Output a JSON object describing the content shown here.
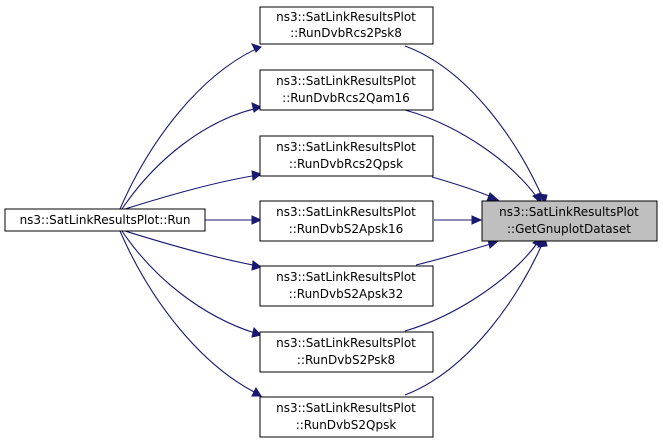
{
  "graph": {
    "colors": {
      "edge": "#191970",
      "node_fill": "#ffffff",
      "focus_fill": "#bfbfbf",
      "border": "#000000"
    },
    "nodes": {
      "run": {
        "lines": [
          "ns3::SatLinkResultsPlot::Run"
        ]
      },
      "psk8": {
        "lines": [
          "ns3::SatLinkResultsPlot",
          "::RunDvbRcs2Psk8"
        ]
      },
      "qam16": {
        "lines": [
          "ns3::SatLinkResultsPlot",
          "::RunDvbRcs2Qam16"
        ]
      },
      "qpsk": {
        "lines": [
          "ns3::SatLinkResultsPlot",
          "::RunDvbRcs2Qpsk"
        ]
      },
      "apsk16": {
        "lines": [
          "ns3::SatLinkResultsPlot",
          "::RunDvbS2Apsk16"
        ]
      },
      "apsk32": {
        "lines": [
          "ns3::SatLinkResultsPlot",
          "::RunDvbS2Apsk32"
        ]
      },
      "s2psk8": {
        "lines": [
          "ns3::SatLinkResultsPlot",
          "::RunDvbS2Psk8"
        ]
      },
      "s2qpsk": {
        "lines": [
          "ns3::SatLinkResultsPlot",
          "::RunDvbS2Qpsk"
        ]
      },
      "gnuplot": {
        "lines": [
          "ns3::SatLinkResultsPlot",
          "::GetGnuplotDataset"
        ]
      }
    }
  }
}
